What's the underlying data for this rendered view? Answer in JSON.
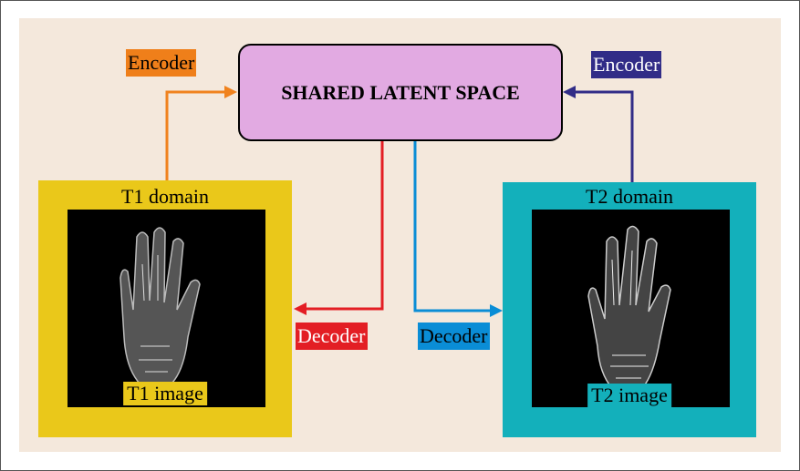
{
  "shared_box": {
    "label": "SHARED LATENT SPACE"
  },
  "encoder_left": {
    "label": "Encoder"
  },
  "encoder_right": {
    "label": "Encoder"
  },
  "decoder_left": {
    "label": "Decoder"
  },
  "decoder_right": {
    "label": "Decoder"
  },
  "t1": {
    "domain_label": "T1 domain",
    "image_label": "T1 image"
  },
  "t2": {
    "domain_label": "T2 domain",
    "image_label": "T2 image"
  },
  "colors": {
    "orange": "#ef7f1a",
    "navy": "#312c87",
    "red": "#e31e24",
    "blue": "#0a8dd6",
    "yellow": "#eac81a",
    "teal": "#13b0bb",
    "purple": "#e2aae2"
  }
}
